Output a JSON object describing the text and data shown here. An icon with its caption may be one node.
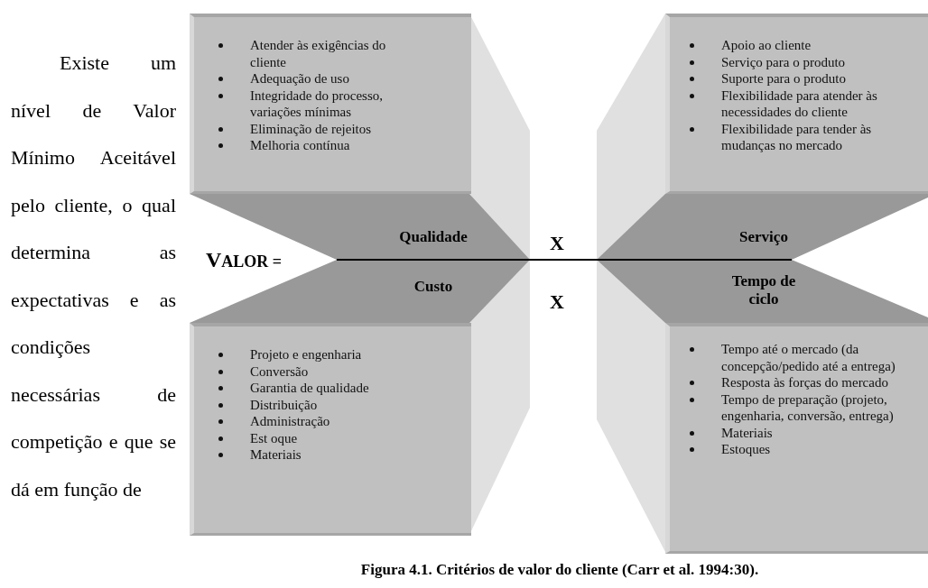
{
  "diagram": {
    "caption": "Figura 4.1. Critérios de valor do cliente (Carr et al. 1994:30).",
    "nodes": [
      {
        "text": [
          "Atender às exigências do cliente",
          "Adequação de uso",
          "Integridade do processo, variações mínimas",
          "Eliminação de rejeitos",
          "Melhoria contínua"
        ]
      },
      {
        "text": [
          "Apoio ao cliente",
          "Serviço para o produto",
          "Suporte para o produto",
          "Flexibilidade para atender às necessidades do cliente",
          "Flexibilidade para tender às mudanças no mercado"
        ]
      },
      {
        "text": [
          "Qualidade"
        ]
      },
      {
        "text": [
          "Serviço"
        ]
      },
      {
        "text": [
          "Custo"
        ]
      },
      {
        "text": [
          "Tempo de ciclo"
        ]
      },
      {
        "text": [
          "Projeto e engenharia",
          "Conversão",
          "Garantia de qualidade",
          "Distribuição",
          "Administração",
          "Est oque",
          "Materiais"
        ]
      },
      {
        "text": [
          "Tempo até o mercado (da concepção/pedido até a entrega)",
          "Resposta às forças do mercado",
          "Tempo de preparação (projeto, engenharia, conversão, entrega)",
          "Materiais",
          "Estoques"
        ]
      }
    ],
    "labels": [
      "Existe um nível de Valor Mínimo Aceitável pelo cliente, o qual determina as expectativas e as condições necessárias de competição e que se dá em função de",
      "VALOR =",
      "X",
      "X"
    ]
  }
}
